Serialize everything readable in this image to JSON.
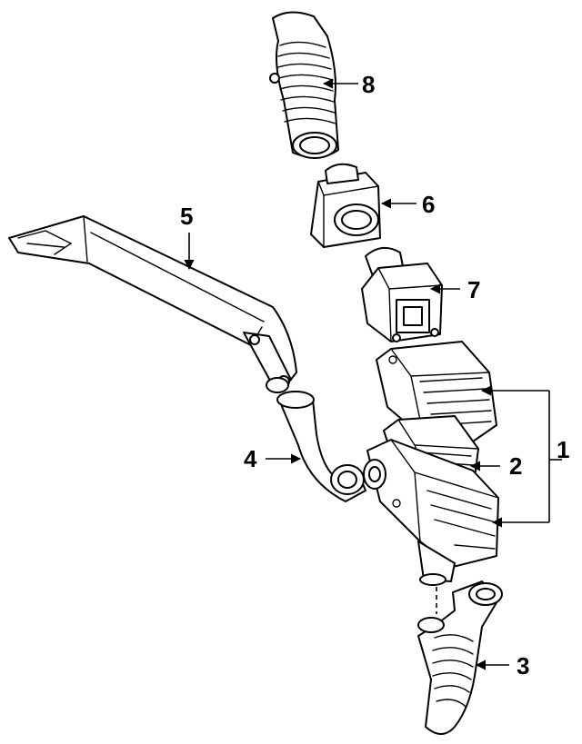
{
  "colors": {
    "ink": "#000000",
    "paper": "#ffffff"
  },
  "callouts": [
    {
      "label": "1"
    },
    {
      "label": "2"
    },
    {
      "label": "3"
    },
    {
      "label": "4"
    },
    {
      "label": "5"
    },
    {
      "label": "6"
    },
    {
      "label": "7"
    },
    {
      "label": "8"
    }
  ]
}
